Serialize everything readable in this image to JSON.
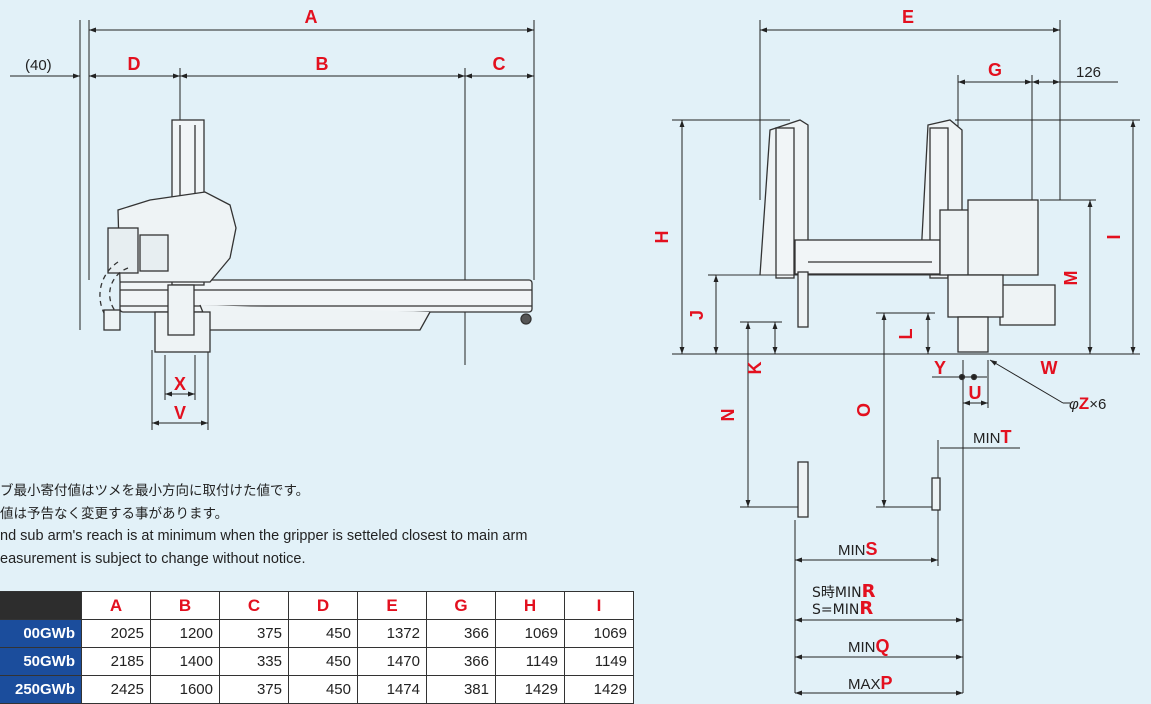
{
  "dimension_labels": {
    "A": "A",
    "B": "B",
    "C": "C",
    "D": "D",
    "E": "E",
    "G": "G",
    "H": "H",
    "I": "I",
    "J": "J",
    "K": "K",
    "L": "L",
    "M": "M",
    "N": "N",
    "O": "O",
    "U": "U",
    "V": "V",
    "W": "W",
    "X": "X",
    "Y": "Y"
  },
  "fixed_values": {
    "offset_40": "(40)",
    "width_126": "126"
  },
  "callouts": {
    "z_prefix": "φ",
    "z_letter": "Z",
    "z_suffix": "×6",
    "min_prefix": "MIN",
    "max_prefix": "MAX",
    "t": "T",
    "s": "S",
    "q": "Q",
    "p": "P",
    "r": "R",
    "r_line1_prefix": "S時MIN",
    "r_line2_prefix": "S=MIN"
  },
  "notes": [
    "ブ最小寄付値はツメを最小方向に取付けた値です。",
    "値は予告なく変更する事があります。",
    "nd sub arm's reach is at minimum when the gripper is setteled closest to main arm",
    "easurement is subject to change without notice."
  ],
  "table": {
    "headers": [
      "A",
      "B",
      "C",
      "D",
      "E",
      "G",
      "H",
      "I"
    ],
    "rows": [
      {
        "model": "00GWb",
        "values": [
          "2025",
          "1200",
          "375",
          "450",
          "1372",
          "366",
          "1069",
          "1069"
        ]
      },
      {
        "model": "50GWb",
        "values": [
          "2185",
          "1400",
          "335",
          "450",
          "1470",
          "366",
          "1149",
          "1149"
        ]
      },
      {
        "model": "250GWb",
        "values": [
          "2425",
          "1600",
          "375",
          "450",
          "1474",
          "381",
          "1429",
          "1429"
        ]
      }
    ]
  },
  "colors": {
    "label_red": "#e3101f",
    "line": "#222222",
    "model_cell": "#1b4d9c",
    "background": "#e2f1f8"
  }
}
